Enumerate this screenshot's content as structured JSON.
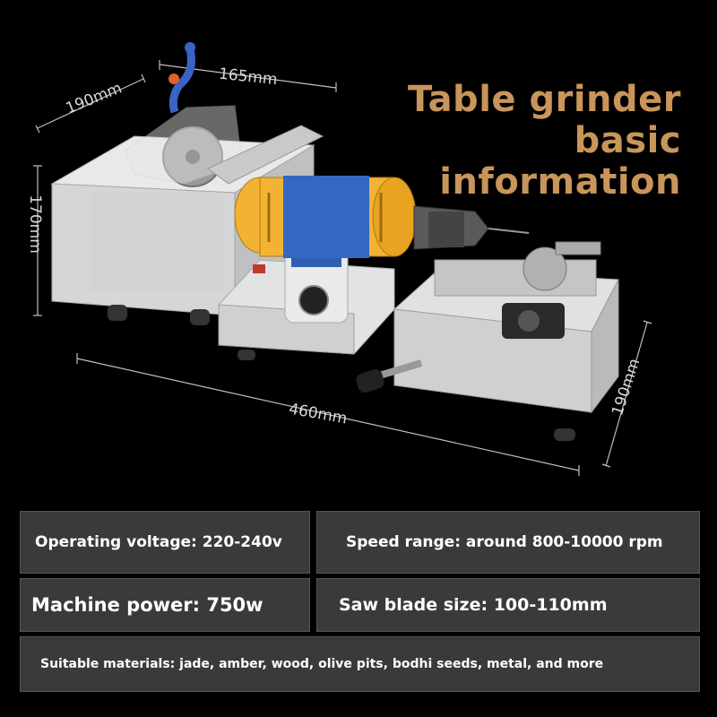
{
  "title": {
    "line1": "Table grinder",
    "line2": "basic information"
  },
  "dimensions": {
    "depth_top": "190mm",
    "width_top": "165mm",
    "height": "170mm",
    "length": "460mm",
    "depth_right": "190mm"
  },
  "specs": {
    "voltage": "Operating voltage: 220-240v",
    "speed": "Speed range: around 800-10000 rpm",
    "power": "Machine power: 750w",
    "blade": "Saw blade size: 100-110mm",
    "materials": "Suitable materials: jade, amber, wood, olive pits, bodhi seeds, metal, and more"
  },
  "colors": {
    "title": "#c8955a",
    "background": "#000000",
    "spec_box": "#3a3a3a",
    "motor": "#f2b233",
    "machine_body": "#d9dadc"
  }
}
